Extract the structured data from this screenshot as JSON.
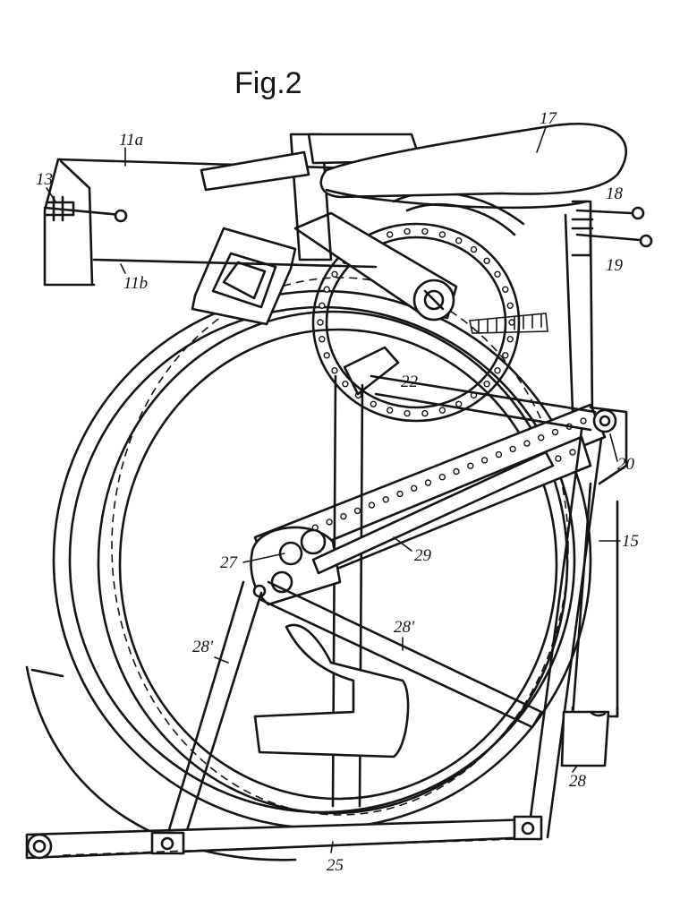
{
  "figure": {
    "title": "Fig.2"
  },
  "labels": {
    "l11a": "11a",
    "l11b": "11b",
    "l13": "13",
    "l15": "15",
    "l17": "17",
    "l18": "18",
    "l19": "19",
    "l20": "20",
    "l22": "22",
    "l25": "25",
    "l27": "27",
    "l28": "28",
    "l28p_left": "28'",
    "l28p_right": "28'",
    "l29": "29"
  }
}
